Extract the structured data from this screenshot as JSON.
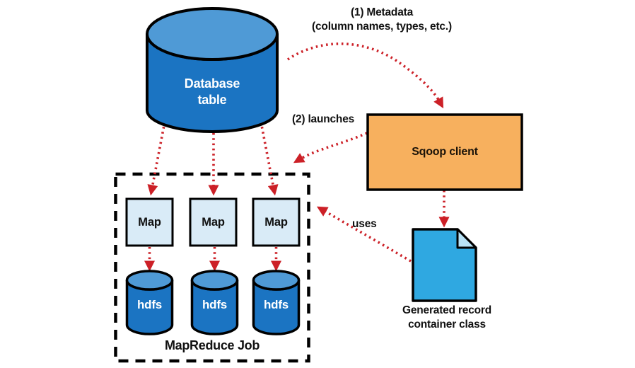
{
  "diagram": {
    "nodes": {
      "database": {
        "line1": "Database",
        "line2": "table"
      },
      "sqoop_client": {
        "label": "Sqoop client"
      },
      "maps": [
        "Map",
        "Map",
        "Map"
      ],
      "hdfs": [
        "hdfs",
        "hdfs",
        "hdfs"
      ],
      "mapreduce_job": {
        "label": "MapReduce Job"
      },
      "record_class": {
        "line1": "Generated record",
        "line2": "container class"
      }
    },
    "edges": {
      "metadata": {
        "line1": "(1) Metadata",
        "line2": "(column names, types, etc.)"
      },
      "launches": {
        "label": "(2) launches"
      },
      "uses": {
        "label": "uses"
      }
    },
    "colors": {
      "cylinder_body": "#1b74c2",
      "cylinder_top": "#4f9ad6",
      "map_fill": "#d9ebf7",
      "sqoop_fill": "#f7b05e",
      "doc_fill": "#2fa8e1",
      "doc_fold": "#b8e2f6",
      "arrow_red": "#cc2027",
      "outline": "#000000",
      "text_dark": "#1a1208"
    }
  }
}
